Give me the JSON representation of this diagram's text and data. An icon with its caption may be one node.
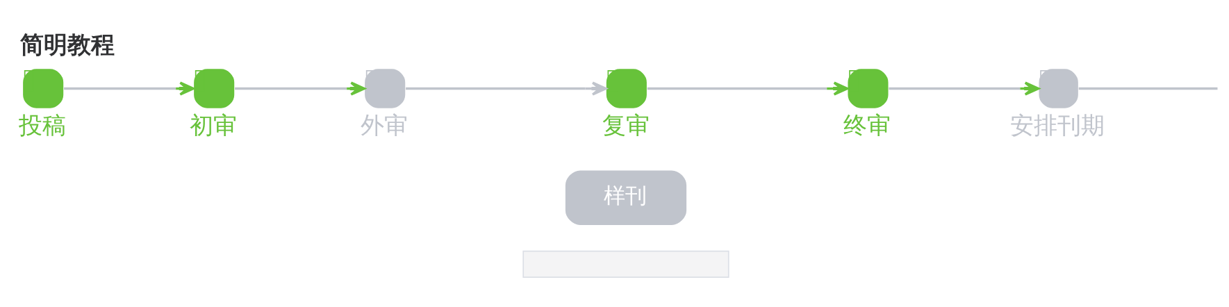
{
  "diagram": {
    "title": "简明教程",
    "nodes": [
      {
        "text": [
          "投稿"
        ]
      },
      {
        "text": [
          "初审"
        ]
      },
      {
        "text": [
          "外审"
        ]
      },
      {
        "text": [
          "复审"
        ]
      },
      {
        "text": [
          "终审"
        ]
      },
      {
        "text": [
          "安排刊期"
        ]
      },
      {
        "text": [
          "样刊"
        ]
      },
      {
        "text": [],
        "shape": "box"
      }
    ],
    "edges": [
      {
        "from": 0,
        "to": 1,
        "arrow": "to"
      },
      {
        "from": 1,
        "to": 2,
        "arrow": "to"
      },
      {
        "from": 2,
        "to": 3,
        "arrow": "to",
        "color": "#c0c4cc"
      },
      {
        "from": 3,
        "to": 4,
        "arrow": "to"
      },
      {
        "from": 4,
        "to": 5,
        "arrow": "to"
      },
      {
        "from": 5,
        "to": null,
        "arrow": "none"
      }
    ]
  }
}
